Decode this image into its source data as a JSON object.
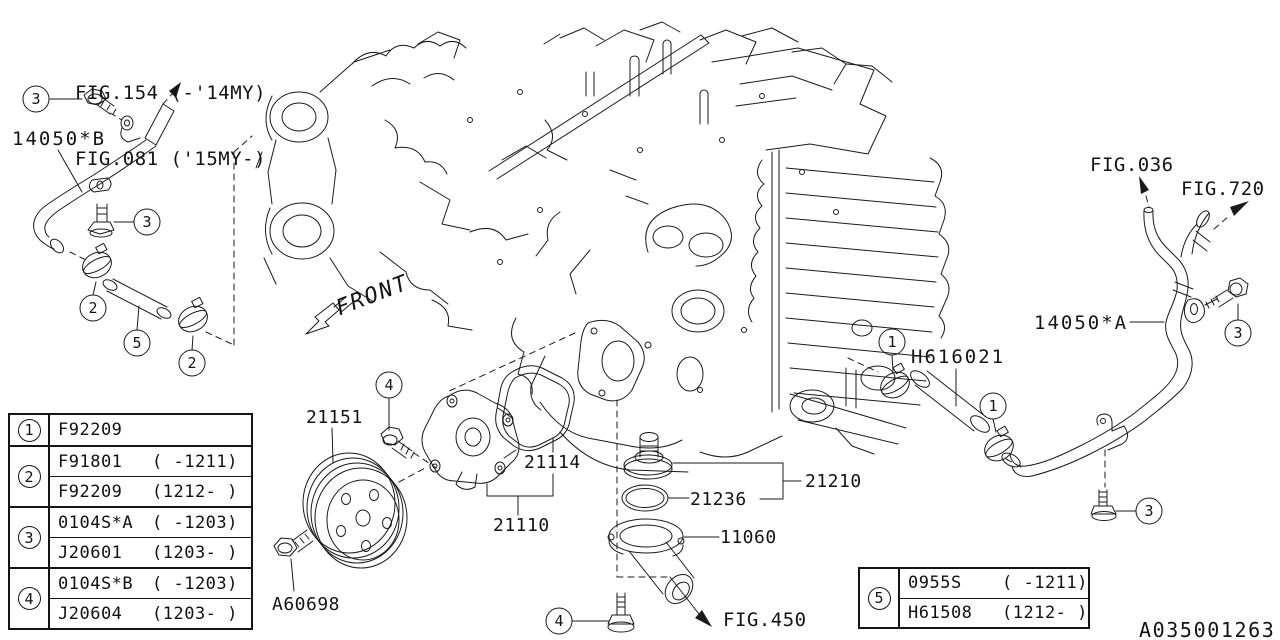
{
  "doc_id": "A035001263",
  "colors": {
    "ink": "#1a1a1a",
    "paper": "#ffffff"
  },
  "figure_refs": {
    "top_left_1": "FIG.154 (-'14MY)",
    "top_left_2": "FIG.081 ('15MY-)",
    "right_1": "FIG.036",
    "right_2": "FIG.720",
    "bottom": "FIG.450",
    "front": "FRONT"
  },
  "labels": {
    "hose_left": "14050*B",
    "hose_right": "14050*A",
    "mid_hose": "H616021",
    "pulley": "21151",
    "pulley_bolt": "A60698",
    "gasket": "21114",
    "pump": "21110",
    "thermostat": "21210",
    "o_ring": "21236",
    "thermo_cover": "11060"
  },
  "callouts": [
    {
      "n": "3"
    },
    {
      "n": "3"
    },
    {
      "n": "2"
    },
    {
      "n": "5"
    },
    {
      "n": "2"
    },
    {
      "n": "4"
    },
    {
      "n": "4"
    },
    {
      "n": "1"
    },
    {
      "n": "1"
    },
    {
      "n": "3"
    },
    {
      "n": "3"
    }
  ],
  "legend_left": {
    "groups": [
      {
        "ref": "1",
        "rows": [
          {
            "code": "F92209",
            "note": ""
          }
        ]
      },
      {
        "ref": "2",
        "rows": [
          {
            "code": "F91801",
            "note": "( -1211)"
          },
          {
            "code": "F92209",
            "note": "(1212- )"
          }
        ]
      },
      {
        "ref": "3",
        "rows": [
          {
            "code": "0104S*A",
            "note": "( -1203)"
          },
          {
            "code": "J20601",
            "note": "(1203- )"
          }
        ]
      },
      {
        "ref": "4",
        "rows": [
          {
            "code": "0104S*B",
            "note": "( -1203)"
          },
          {
            "code": "J20604",
            "note": "(1203- )"
          }
        ]
      }
    ]
  },
  "legend_right": {
    "groups": [
      {
        "ref": "5",
        "rows": [
          {
            "code": "0955S",
            "note": "( -1211)"
          },
          {
            "code": "H61508",
            "note": "(1212- )"
          }
        ]
      }
    ]
  }
}
